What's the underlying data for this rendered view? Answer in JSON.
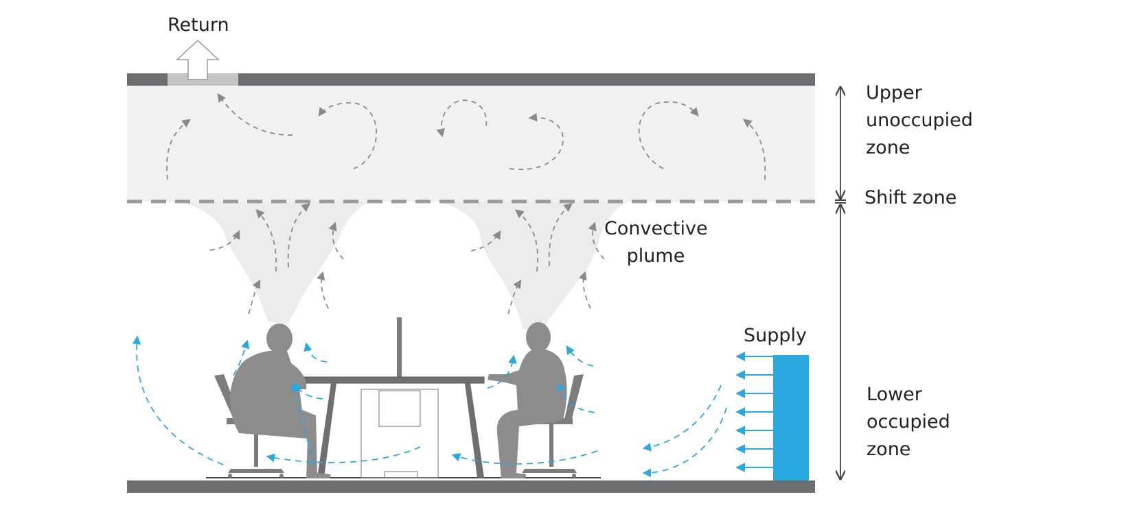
{
  "labels": {
    "return": "Return",
    "upper_zone": [
      "Upper",
      "unoccupied",
      "zone"
    ],
    "shift_zone": "Shift zone",
    "convective_plume": [
      "Convective",
      "plume"
    ],
    "supply": "Supply",
    "lower_zone": [
      "Lower",
      "occupied",
      "zone"
    ]
  },
  "colors": {
    "slab": "#6d6e71",
    "upper_zone_fill": "#f1f1f1",
    "shift_line": "#9b9b9b",
    "plume": "#ececec",
    "gray_arrow": "#8a8a8a",
    "supply_air": "#2aa8e0",
    "figure": "#8c8c8c",
    "furniture": "#6f6f6f",
    "dimension": "#444444"
  }
}
